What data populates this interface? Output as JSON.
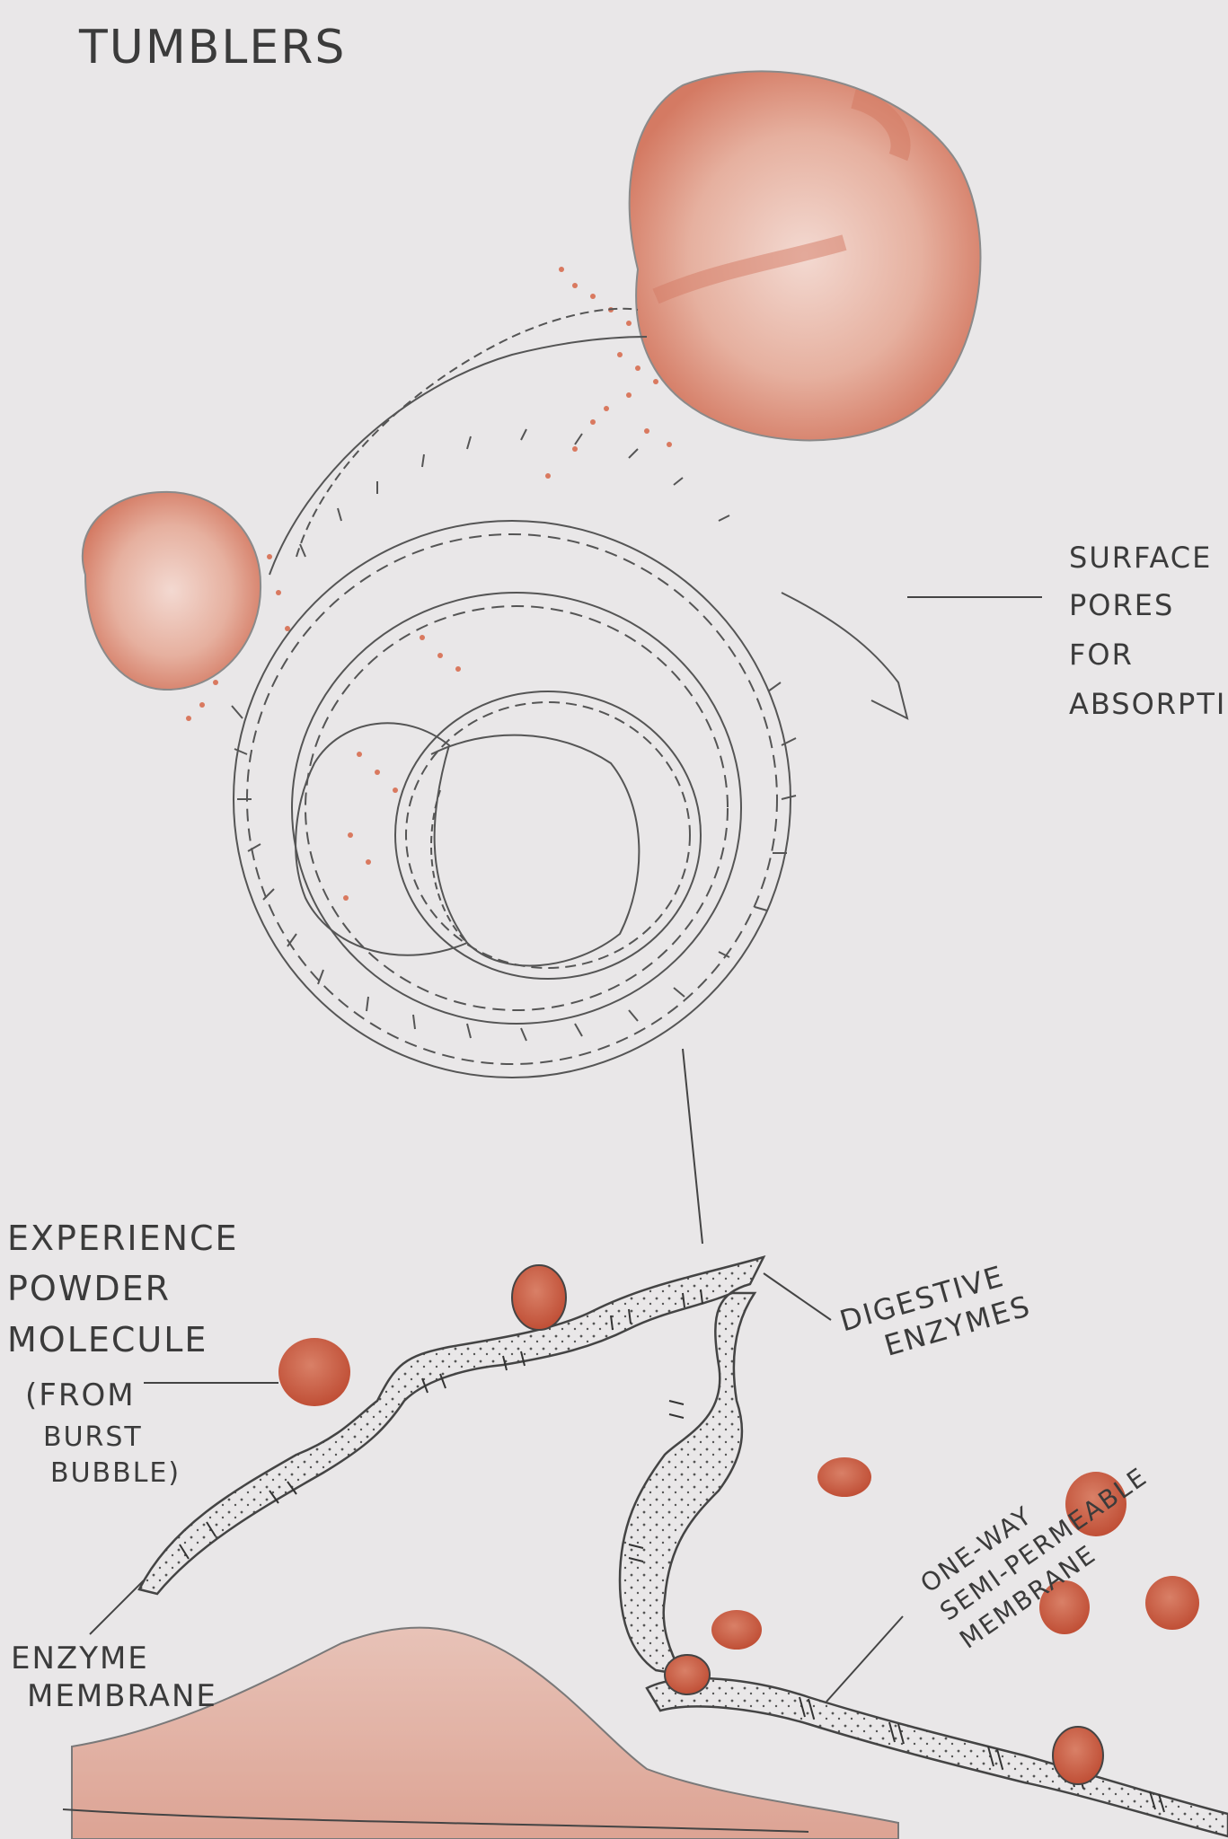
{
  "title": "TUMBLERS",
  "labels": {
    "surface_pores": [
      "SURFACE",
      "PORES",
      "FOR",
      "ABSORPTIO"
    ],
    "digestive_enzymes": [
      "DIGESTIVE",
      "ENZYMES"
    ],
    "experience_powder": [
      "EXPERIENCE",
      "POWDER",
      "MOLECULE",
      "(FROM",
      "BURST",
      "BUBBLE)"
    ],
    "enzyme_membrane": [
      "ENZYME",
      "MEMBRANE"
    ],
    "one_way_membrane": [
      "ONE-WAY",
      "SEMI-PERMEABLE",
      "MEMBRANE"
    ]
  },
  "colors": {
    "paper": "#e9e7e8",
    "pencil": "#4a4a4a",
    "red_pencil": "#c9553b",
    "red_light": "#e0a08f"
  }
}
